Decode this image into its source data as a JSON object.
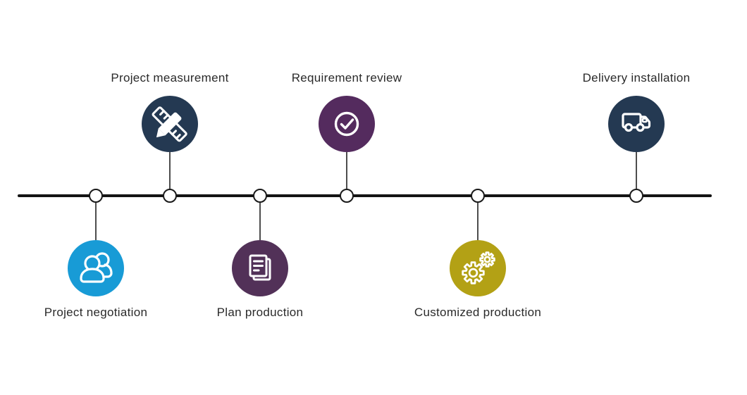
{
  "diagram": {
    "type": "process-timeline",
    "background": "#ffffff",
    "line_color": "#141414",
    "connector_color": "#4d4d4d",
    "node_fill": "#ffffff",
    "node_border_color": "#1a1a1a",
    "label_color": "#2a2a2a",
    "icon_color": "#ffffff",
    "steps": [
      {
        "label": "Project negotiation",
        "side": "below",
        "color": "#189bd6",
        "icon": "people-icon"
      },
      {
        "label": "Project measurement",
        "side": "above",
        "color": "#243952",
        "icon": "ruler-pencil-icon"
      },
      {
        "label": "Plan production",
        "side": "below",
        "color": "#523158",
        "icon": "documents-icon"
      },
      {
        "label": "Requirement review",
        "side": "above",
        "color": "#542b5e",
        "icon": "check-circle-icon"
      },
      {
        "label": "Customized production",
        "side": "below",
        "color": "#b3a115",
        "icon": "gears-icon"
      },
      {
        "label": "Delivery installation",
        "side": "above",
        "color": "#243952",
        "icon": "truck-icon"
      }
    ]
  }
}
